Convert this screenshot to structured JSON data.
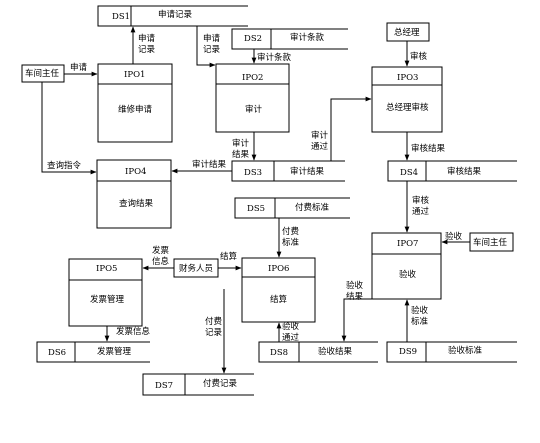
{
  "processes": {
    "ipo1": {
      "id": "IPO1",
      "name": "维修申请"
    },
    "ipo2": {
      "id": "IPO2",
      "name": "审计"
    },
    "ipo3": {
      "id": "IPO3",
      "name": "总经理审核"
    },
    "ipo4": {
      "id": "IPO4",
      "name": "查询结果"
    },
    "ipo5": {
      "id": "IPO5",
      "name": "发票管理"
    },
    "ipo6": {
      "id": "IPO6",
      "name": "结算"
    },
    "ipo7": {
      "id": "IPO7",
      "name": "验收"
    }
  },
  "stores": {
    "ds1": {
      "id": "DS1",
      "name": "申请记录"
    },
    "ds2": {
      "id": "DS2",
      "name": "审计条款"
    },
    "ds3": {
      "id": "DS3",
      "name": "审计结果"
    },
    "ds4": {
      "id": "DS4",
      "name": "审核结果"
    },
    "ds5": {
      "id": "DS5",
      "name": "付费标准"
    },
    "ds6": {
      "id": "DS6",
      "name": "发票管理"
    },
    "ds7": {
      "id": "DS7",
      "name": "付费记录"
    },
    "ds8": {
      "id": "DS8",
      "name": "验收结果"
    },
    "ds9": {
      "id": "DS9",
      "name": "验收标准"
    }
  },
  "entities": {
    "workshop_director_left": "车间主任",
    "general_manager": "总经理",
    "finance_staff": "财务人员",
    "workshop_director_right": "车间主任"
  },
  "flows": {
    "apply": "申请",
    "query_cmd": "查询指令",
    "apply_record_1a": "申请",
    "apply_record_1b": "记录",
    "apply_record_2a": "申请",
    "apply_record_2b": "记录",
    "audit_terms": "审计条款",
    "audit_result_a": "审计",
    "audit_result_b": "结果",
    "audit_result_to_ipo4": "审计结果",
    "audit_pass_a": "审计",
    "audit_pass_b": "通过",
    "review": "审核",
    "review_result": "审核结果",
    "review_pass_a": "审核",
    "review_pass_b": "通过",
    "acceptance": "验收",
    "pay_standard_a": "付费",
    "pay_standard_b": "标准",
    "invoice_info_a": "发票",
    "invoice_info_b": "信息",
    "settle": "结算",
    "invoice_info_store": "发票信息",
    "pay_record_a": "付费",
    "pay_record_b": "记录",
    "accept_pass_a": "验收",
    "accept_pass_b": "通过",
    "accept_result_a": "验收",
    "accept_result_b": "结果",
    "accept_standard_a": "验收",
    "accept_standard_b": "标准"
  }
}
